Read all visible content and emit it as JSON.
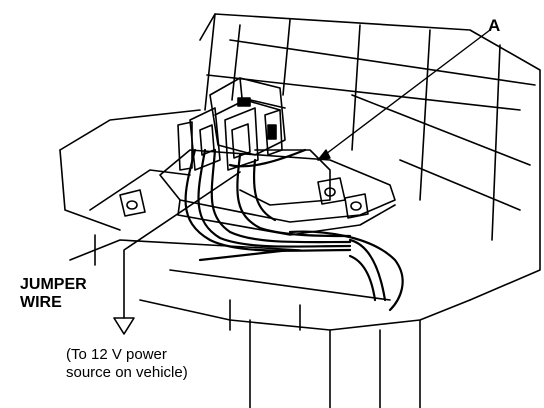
{
  "labels": {
    "callout_a": "A",
    "jumper_line1": "JUMPER",
    "jumper_line2": "WIRE",
    "source_line1": "(To 12 V power",
    "source_line2": "source on vehicle)"
  },
  "colors": {
    "ink": "#000000",
    "paper": "#ffffff"
  }
}
